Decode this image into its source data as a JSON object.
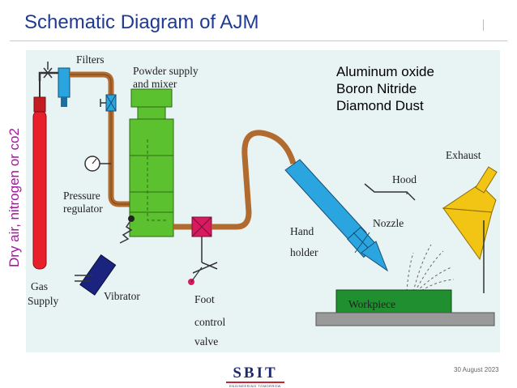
{
  "slide": {
    "title": "Schematic Diagram of AJM",
    "side_label": "Dry air, nitrogen or co2",
    "date": "30 August 2023"
  },
  "materials": [
    "Aluminum oxide",
    "Boron Nitride",
    "Diamond Dust"
  ],
  "diagram_labels": {
    "filters": "Filters",
    "powder_1": "Powder supply",
    "powder_2": "and mixer",
    "pressure_1": "Pressure",
    "pressure_2": "regulator",
    "gas_1": "Gas",
    "gas_2": "Supply",
    "vibrator": "Vibrator",
    "foot_1": "Foot",
    "foot_2": "control",
    "foot_3": "valve",
    "hand_1": "Hand",
    "hand_2": "holder",
    "nozzle": "Nozzle",
    "hood": "Hood",
    "exhaust": "Exhaust",
    "workpiece": "Workpiece"
  },
  "logo": {
    "name": "SBIT",
    "tagline": "ENGINEERING TOMORROW"
  },
  "colors": {
    "title": "#1f3a93",
    "side_label": "#a0179b",
    "cylinder": "#e8202a",
    "mixer": "#5cc12e",
    "pipe": "#b26b2e",
    "handpiece": "#2aa5e0",
    "hood": "#f2c514",
    "workpiece": "#1f8f2f"
  }
}
